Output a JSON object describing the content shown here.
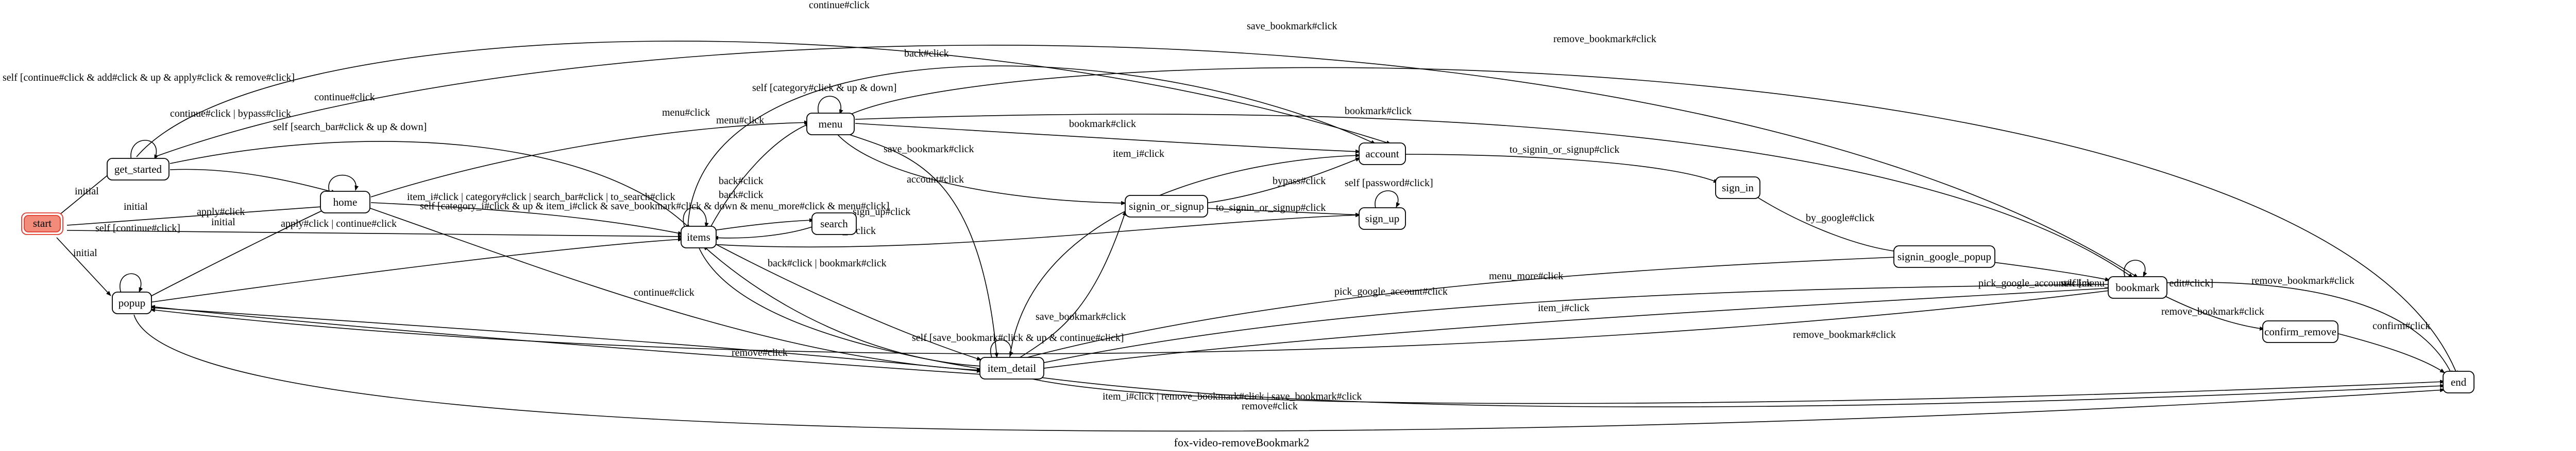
{
  "diagram": {
    "caption": "fox-video-removeBookmark2",
    "nodes": {
      "start": "start",
      "get_started": "get_started",
      "home": "home",
      "popup": "popup",
      "items": "items",
      "menu": "menu",
      "search": "search",
      "item_detail": "item_detail",
      "signin_or_signup": "signin_or_signup",
      "account": "account",
      "sign_up": "sign_up",
      "sign_in": "sign_in",
      "signin_google_popup": "signin_google_popup",
      "bookmark": "bookmark",
      "confirm_remove": "confirm_remove",
      "end": "end"
    },
    "edges": {
      "start_get_started": "initial",
      "start_home": "initial",
      "start_items": "initial",
      "start_popup": "initial",
      "get_started_self": "self [continue#click & add#click & up & apply#click & remove#click]",
      "get_started_home": "continue#click | bypass#click",
      "get_started_items": "continue#click",
      "get_started_account": "continue#click",
      "home_self": "self [search_bar#click & up & down]",
      "home_items": "item_i#click | category#click | search_bar#click | to_search#click",
      "home_menu": "menu#click",
      "popup_self": "self [continue#click]",
      "popup_home": "apply#click",
      "popup_items": "apply#click | continue#click",
      "popup_item_detail": "continue#click",
      "popup_end": "remove#click",
      "items_self": "self [category_i#click & up & item_i#click & save_bookmark#click & down & menu_more#click & menu#click]",
      "items_menu": "menu#click",
      "items_search": "back#click",
      "search_items": "back#click",
      "items_item_detail": "item_i#click",
      "item_detail_items": "back#click | bookmark#click",
      "items_end": "item_i#click | remove_bookmark#click | save_bookmark#click",
      "items_account": "back#click",
      "items_sign_up": "sign_up#click",
      "menu_self": "self [category#click & up & down]",
      "menu_account": "bookmark#click",
      "menu_signin": "account#click",
      "menu_item_detail": "save_bookmark#click",
      "menu_bookmark": "bookmark#click",
      "menu_end": "remove_bookmark#click",
      "get_started_bookmark": "save_bookmark#click",
      "item_detail_self": "self [save_bookmark#click & up & continue#click]",
      "item_detail_signin": "save_bookmark#click",
      "item_detail_account": "item_i#click",
      "item_detail_popup": "item_i#click",
      "item_detail_end": "remove_bookmark#click",
      "signin_account": "bypass#click",
      "signin_sign_up": "to_signin_or_signup#click",
      "sign_up_self": "self [password#click]",
      "account_sign_in": "to_signin_or_signup#click",
      "sign_in_google": "by_google#click",
      "google_item_detail": "pick_google_account#click",
      "google_bookmark": "pick_google_account#click",
      "bookmark_self": "self [menu_more#click & edit#click]",
      "bookmark_item_detail": "menu_more#click",
      "bookmark_item_detail_2": "item_i#click",
      "bookmark_confirm": "remove_bookmark#click",
      "bookmark_end": "remove_bookmark#click",
      "bookmark_popup": "remove#click",
      "confirm_end": "confirm#click"
    }
  }
}
